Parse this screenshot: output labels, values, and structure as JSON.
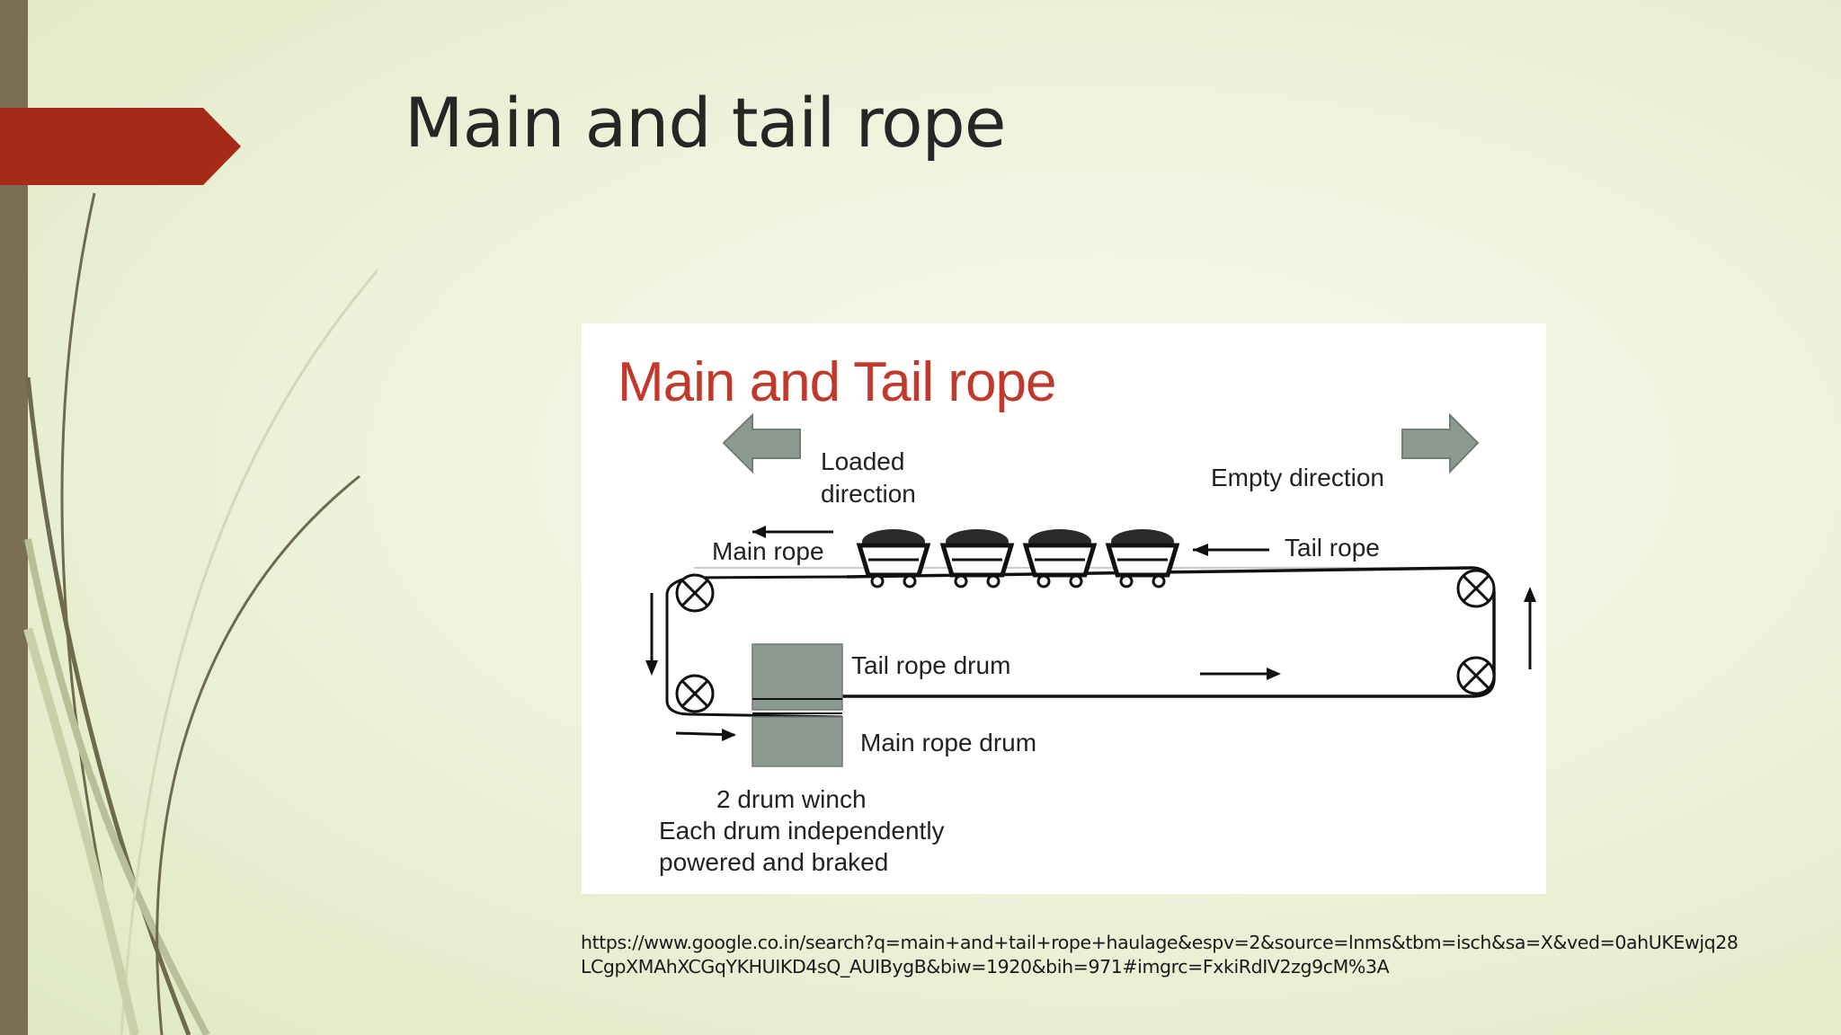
{
  "slide": {
    "title": "Main and tail rope",
    "source_url": "https://www.google.co.in/search?q=main+and+tail+rope+haulage&espv=2&source=lnms&tbm=isch&sa=X&ved=0ahUKEwjq28LCgpXMAhXCGqYKHUIKD4sQ_AUIBygB&biw=1920&bih=971#imgrc=FxkiRdIV2zg9cM%3A"
  },
  "figure": {
    "title": "Main and Tail rope",
    "loaded_direction": "Loaded\ndirection",
    "empty_direction": "Empty direction",
    "main_rope": "Main rope",
    "tail_rope": "Tail rope",
    "tail_rope_drum": "Tail rope drum",
    "main_rope_drum": "Main rope drum",
    "winch_line1": "2 drum winch",
    "winch_line2": "Each drum independently",
    "winch_line3": "powered and braked"
  },
  "colors": {
    "accent_tab": "#a52a17",
    "side_bar": "#7a6f55",
    "figure_title": "#c0392b",
    "arrow_fill": "#8c9a90",
    "drum_fill": "#8d9a91"
  },
  "icons": [
    "loaded-direction-arrow-icon",
    "empty-direction-arrow-icon",
    "pulley-icon",
    "mine-car-icon"
  ]
}
